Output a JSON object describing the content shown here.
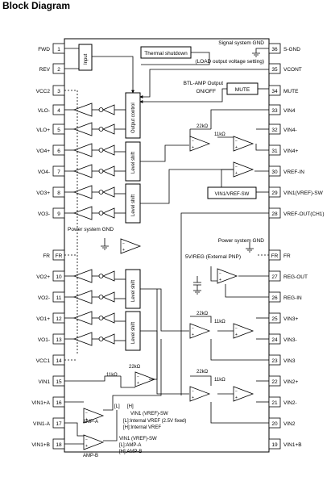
{
  "title": "Block Diagram",
  "pins_left": [
    {
      "num": "1",
      "label": "FWD"
    },
    {
      "num": "2",
      "label": "REV"
    },
    {
      "num": "3",
      "label": "VCC2"
    },
    {
      "num": "4",
      "label": "VLO-"
    },
    {
      "num": "5",
      "label": "VLO+"
    },
    {
      "num": "6",
      "label": "VO4+"
    },
    {
      "num": "7",
      "label": "VO4-"
    },
    {
      "num": "8",
      "label": "VO3+"
    },
    {
      "num": "9",
      "label": "VO3-"
    },
    {
      "num": "FR",
      "label": "FR"
    },
    {
      "num": "10",
      "label": "VO2+"
    },
    {
      "num": "11",
      "label": "VO2-"
    },
    {
      "num": "12",
      "label": "VO1+"
    },
    {
      "num": "13",
      "label": "VO1-"
    },
    {
      "num": "14",
      "label": "VCC1"
    },
    {
      "num": "15",
      "label": "VIN1"
    },
    {
      "num": "16",
      "label": "VIN1+A"
    },
    {
      "num": "17",
      "label": "VIN1-A"
    },
    {
      "num": "18",
      "label": "VIN1+B"
    }
  ],
  "pins_right": [
    {
      "num": "36",
      "label": "S-GND"
    },
    {
      "num": "35",
      "label": "VCONT"
    },
    {
      "num": "34",
      "label": "MUTE"
    },
    {
      "num": "33",
      "label": "VIN4"
    },
    {
      "num": "32",
      "label": "VIN4-"
    },
    {
      "num": "31",
      "label": "VIN4+"
    },
    {
      "num": "30",
      "label": "VREF-IN"
    },
    {
      "num": "29",
      "label": "VIN1(VREF)-SW"
    },
    {
      "num": "28",
      "label": "VREF-OUT(CH1)"
    },
    {
      "num": "FR",
      "label": "FR"
    },
    {
      "num": "27",
      "label": "REG-OUT"
    },
    {
      "num": "26",
      "label": "REG-IN"
    },
    {
      "num": "25",
      "label": "VIN3+"
    },
    {
      "num": "24",
      "label": "VIN3-"
    },
    {
      "num": "23",
      "label": "VIN3"
    },
    {
      "num": "22",
      "label": "VIN2+"
    },
    {
      "num": "21",
      "label": "VIN2-"
    },
    {
      "num": "20",
      "label": "VIN2"
    },
    {
      "num": "19",
      "label": "VIN1+B"
    }
  ],
  "blocks": {
    "input": "Input",
    "output_control": "Output control",
    "level_shift": "Level shift",
    "thermal": "Thermal shutdown",
    "mute": "MUTE",
    "vin1_sw": "VIN1/VREF-SW"
  },
  "notes": {
    "signal_gnd": "Signal system GND",
    "load_output": "(LOAD output voltage setting)",
    "btl_amp_1": "BTL-AMP Output",
    "btl_amp_2": "ON/OFF",
    "power_gnd_left": "Power system GND",
    "power_gnd_right": "Power system GND",
    "vreg": "5V/REG (External PNP)",
    "r22k": "22kΩ",
    "r11k": "11kΩ",
    "sw_l": "[L]",
    "sw_h": "[H]",
    "vin1_vref_sw": "VIN1 (VREF)-SW",
    "internal_vref_l": "[L]:Internal VREF (2.5V fixed)",
    "internal_vref_h": "[H]:Internal VREF",
    "vin1_vref_sw2": "VIN1 (VREF)-SW",
    "amp_a_sel": "[L]:AMP-A",
    "amp_b_sel": "[H]:AMP-B",
    "amp_a": "AMP-A",
    "amp_b": "AMP-B"
  }
}
